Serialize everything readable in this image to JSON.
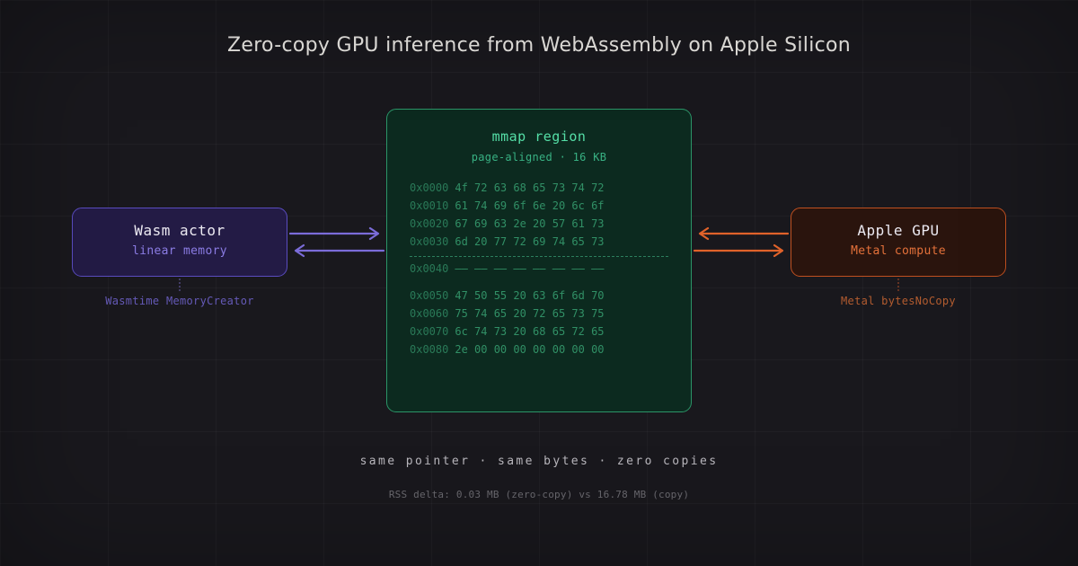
{
  "title": "Zero-copy GPU inference from WebAssembly on Apple Silicon",
  "colors": {
    "background": "#19181d",
    "title": "#e8e6e2",
    "node_title": "#eceaf2",
    "wasm_bg": "#231b45",
    "wasm_border": "#5a4cc0",
    "wasm_accent": "#8b7ce4",
    "wasm_arrow": "#7b6cd9",
    "wasm_caption": "#655ab8",
    "gpu_bg": "#2a140d",
    "gpu_border": "#c05020",
    "gpu_accent": "#e4713a",
    "gpu_arrow": "#e0622a",
    "gpu_caption": "#b35c2f",
    "mmap_bg": "#0c2a1f",
    "mmap_border": "#2b9568",
    "mmap_title": "#55dfa7",
    "mmap_subtitle": "#38b183",
    "hex_addr": "#2a7a58",
    "hex_bytes": "#319066",
    "hex_boundary": "#2c7e5d",
    "footer_primary": "#b9b7bd",
    "footer_secondary": "#69686e"
  },
  "nodes": {
    "wasm": {
      "title": "Wasm actor",
      "subtitle": "linear memory",
      "caption": "Wasmtime MemoryCreator"
    },
    "mmap": {
      "title": "mmap region",
      "subtitle": "page-aligned · 16 KB"
    },
    "gpu": {
      "title": "Apple GPU",
      "subtitle": "Metal compute",
      "caption": "Metal bytesNoCopy"
    }
  },
  "hexdump": {
    "rows": [
      {
        "addr": "0x0000",
        "bytes": "4f 72 63 68 65 73 74 72"
      },
      {
        "addr": "0x0010",
        "bytes": "61 74 69 6f 6e 20 6c 6f"
      },
      {
        "addr": "0x0020",
        "bytes": "67 69 63 2e 20 57 61 73"
      },
      {
        "addr": "0x0030",
        "bytes": "6d 20 77 72 69 74 65 73"
      },
      {
        "addr": "0x0040",
        "bytes": "—— —— —— —— —— —— —— ——",
        "boundary": true
      },
      {
        "addr": "0x0050",
        "bytes": "47 50 55 20 63 6f 6d 70"
      },
      {
        "addr": "0x0060",
        "bytes": "75 74 65 20 72 65 73 75"
      },
      {
        "addr": "0x0070",
        "bytes": "6c 74 73 20 68 65 72 65"
      },
      {
        "addr": "0x0080",
        "bytes": "2e 00 00 00 00 00 00 00"
      }
    ]
  },
  "footer": {
    "summary": "same pointer · same bytes · zero copies",
    "detail": "RSS delta: 0.03 MB (zero-copy) vs 16.78 MB (copy)"
  }
}
